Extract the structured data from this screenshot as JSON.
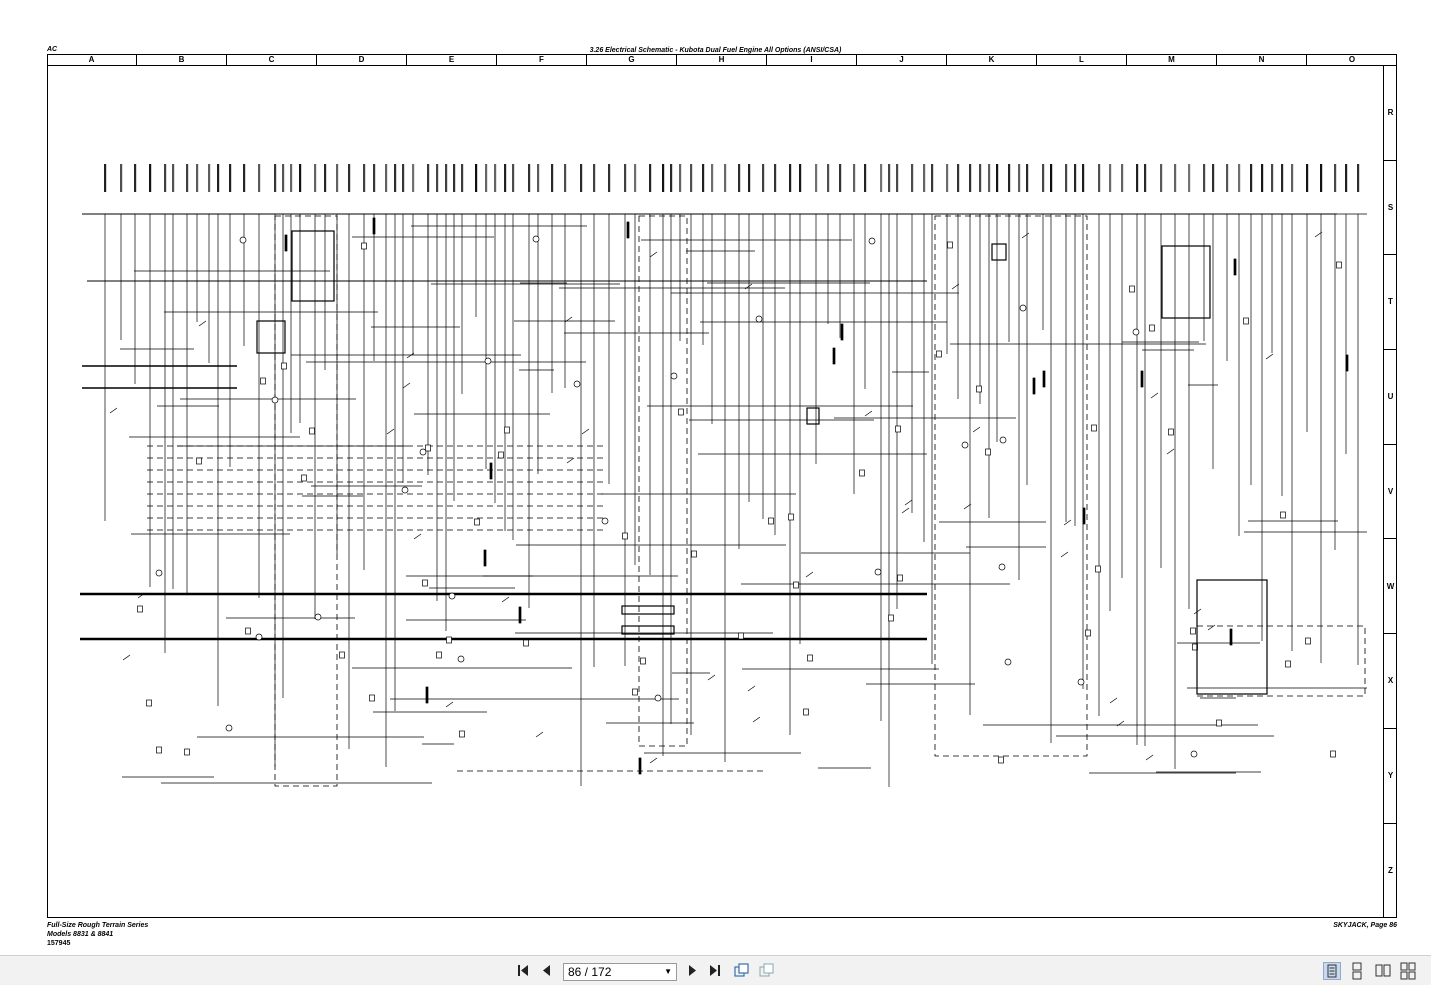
{
  "document": {
    "corner_code": "AC",
    "title": "3.26  Electrical Schematic - Kubota Dual Fuel Engine All Options (ANSI/CSA)",
    "columns": [
      "A",
      "B",
      "C",
      "D",
      "E",
      "F",
      "G",
      "H",
      "I",
      "J",
      "K",
      "L",
      "M",
      "N",
      "O"
    ],
    "rows": [
      "R",
      "S",
      "T",
      "U",
      "V",
      "W",
      "X",
      "Y",
      "Z"
    ],
    "footer": {
      "series": "Full-Size Rough Terrain Series",
      "models": "Models 8831 & 8841",
      "part_number": "157945",
      "page_label": "SKYJACK, Page 86"
    }
  },
  "viewer": {
    "page_indicator": "86 / 172",
    "icons": {
      "first": "first-page-icon",
      "prev": "previous-page-icon",
      "next": "next-page-icon",
      "last": "last-page-icon",
      "rotate": "rotate-icon",
      "fit": "fit-page-icon",
      "single": "single-page-view-icon",
      "continuous": "continuous-view-icon",
      "facing": "facing-view-icon",
      "facing_continuous": "facing-continuous-view-icon"
    },
    "active_view_color": "#c9d8ec"
  }
}
